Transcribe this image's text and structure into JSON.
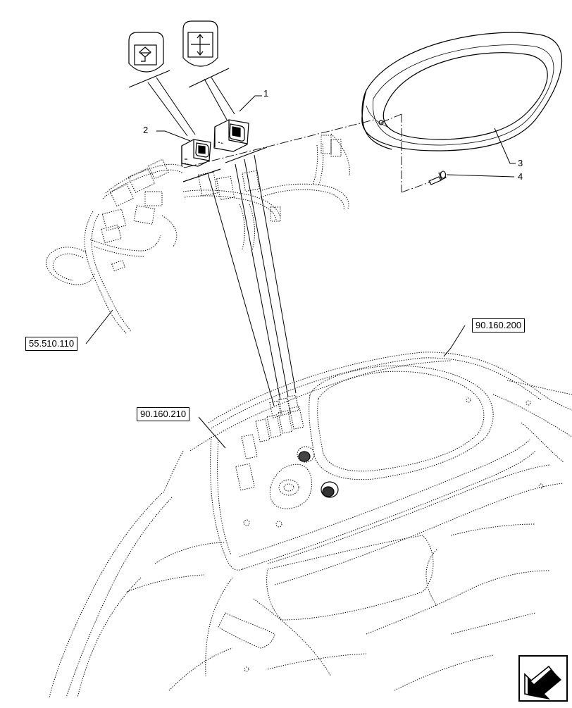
{
  "callouts": {
    "c1": "1",
    "c2": "2",
    "c3": "3",
    "c4": "4"
  },
  "references": {
    "harness_ref": "55.510.110",
    "dash_ref": "90.160.200",
    "panel_ref": "90.160.210"
  },
  "icons": {
    "symbol_a": "rocker-symbol-diamond-icon",
    "symbol_b": "rocker-symbol-up-down-arrows-icon",
    "nav": "navigation-arrow-icon"
  },
  "colors": {
    "line": "#000000",
    "background": "#ffffff"
  }
}
